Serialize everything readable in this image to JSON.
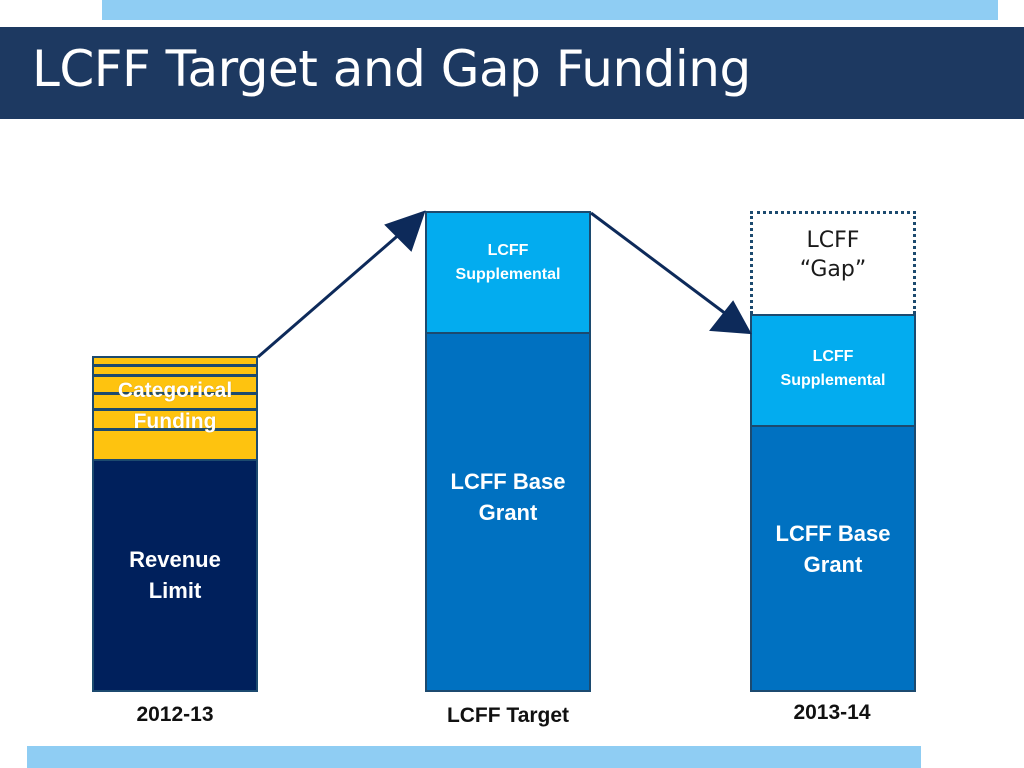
{
  "slide": {
    "title": "LCFF Target and Gap Funding"
  },
  "bars": {
    "year_2012_13": {
      "label": "2012-13",
      "categorical": "Categorical\nFunding",
      "revenue_limit": "Revenue\nLimit"
    },
    "lcff_target": {
      "label": "LCFF Target",
      "supplemental": "LCFF\nSupplemental",
      "base_grant": "LCFF Base\nGrant"
    },
    "year_2013_14": {
      "label": "2013-14",
      "gap": "LCFF\n“Gap”",
      "supplemental": "LCFF\nSupplemental",
      "base_grant": "LCFF Base\nGrant"
    }
  },
  "colors": {
    "title_bar": "#1d3961",
    "accent_strip": "#8fcdf3",
    "categorical": "#fec30f",
    "revenue_limit": "#00205c",
    "supplemental": "#03acef",
    "base_grant": "#0071c1",
    "arrow": "#0d2a5a"
  }
}
